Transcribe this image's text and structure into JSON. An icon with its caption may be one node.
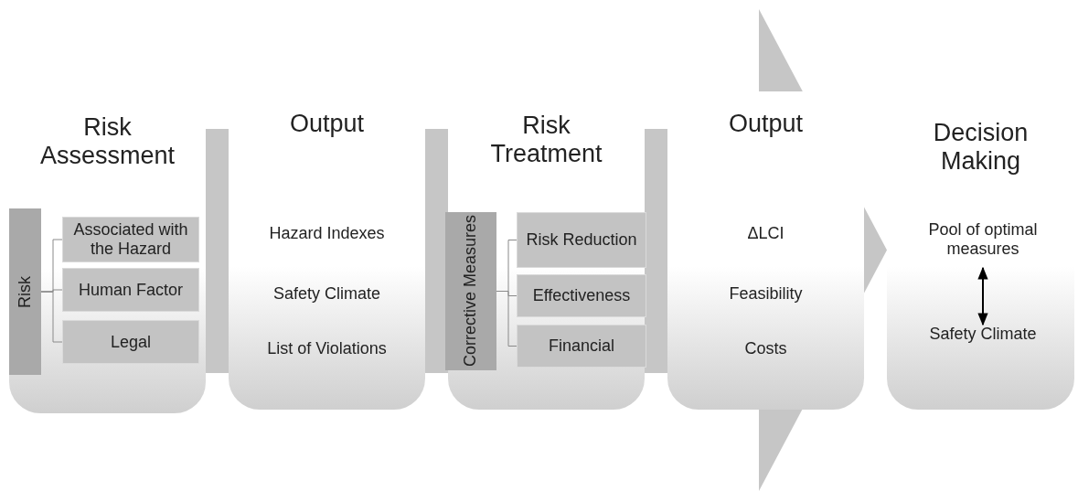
{
  "diagram": {
    "nodes": [
      {
        "text": [
          "Risk Assessment"
        ]
      },
      {
        "text": [
          "Risk"
        ],
        "in": 0
      },
      {
        "text": [
          "Associated with the Hazard"
        ],
        "in": 0
      },
      {
        "text": [
          "Human Factor"
        ],
        "in": 0
      },
      {
        "text": [
          "Legal"
        ],
        "in": 0
      },
      {
        "text": [
          "Output",
          "Hazard Indexes",
          "Safety Climate",
          "List of Violations"
        ]
      },
      {
        "text": [
          "Risk Treatment"
        ]
      },
      {
        "text": [
          "Corrective Measures"
        ],
        "in": 6
      },
      {
        "text": [
          "Risk Reduction"
        ],
        "in": 6
      },
      {
        "text": [
          "Effectiveness"
        ],
        "in": 6
      },
      {
        "text": [
          "Financial"
        ],
        "in": 6
      },
      {
        "text": [
          "Output",
          "ΔLCI",
          "Feasibility",
          "Costs"
        ]
      },
      {
        "text": [
          "Decision Making"
        ]
      },
      {
        "text": [
          "Pool of optimal measures"
        ],
        "in": 12
      },
      {
        "text": [
          "Safety Climate"
        ],
        "in": 12
      }
    ],
    "edges": [
      {
        "from": 1,
        "to": 2,
        "arrow": "none"
      },
      {
        "from": 1,
        "to": 3,
        "arrow": "none"
      },
      {
        "from": 1,
        "to": 4,
        "arrow": "none"
      },
      {
        "from": 7,
        "to": 8,
        "arrow": "none"
      },
      {
        "from": 7,
        "to": 9,
        "arrow": "none"
      },
      {
        "from": 7,
        "to": 10,
        "arrow": "none"
      },
      {
        "from": 11,
        "to": 12,
        "arrow": "to",
        "style": "thick"
      },
      {
        "from": 13,
        "to": 14,
        "arrow": "both",
        "color": "#000000"
      },
      {
        "from": 0,
        "to": 5,
        "arrow": "none",
        "style": "thick"
      },
      {
        "from": 5,
        "to": 6,
        "arrow": "none",
        "style": "thick"
      },
      {
        "from": 6,
        "to": 11,
        "arrow": "none",
        "style": "thick"
      }
    ]
  }
}
